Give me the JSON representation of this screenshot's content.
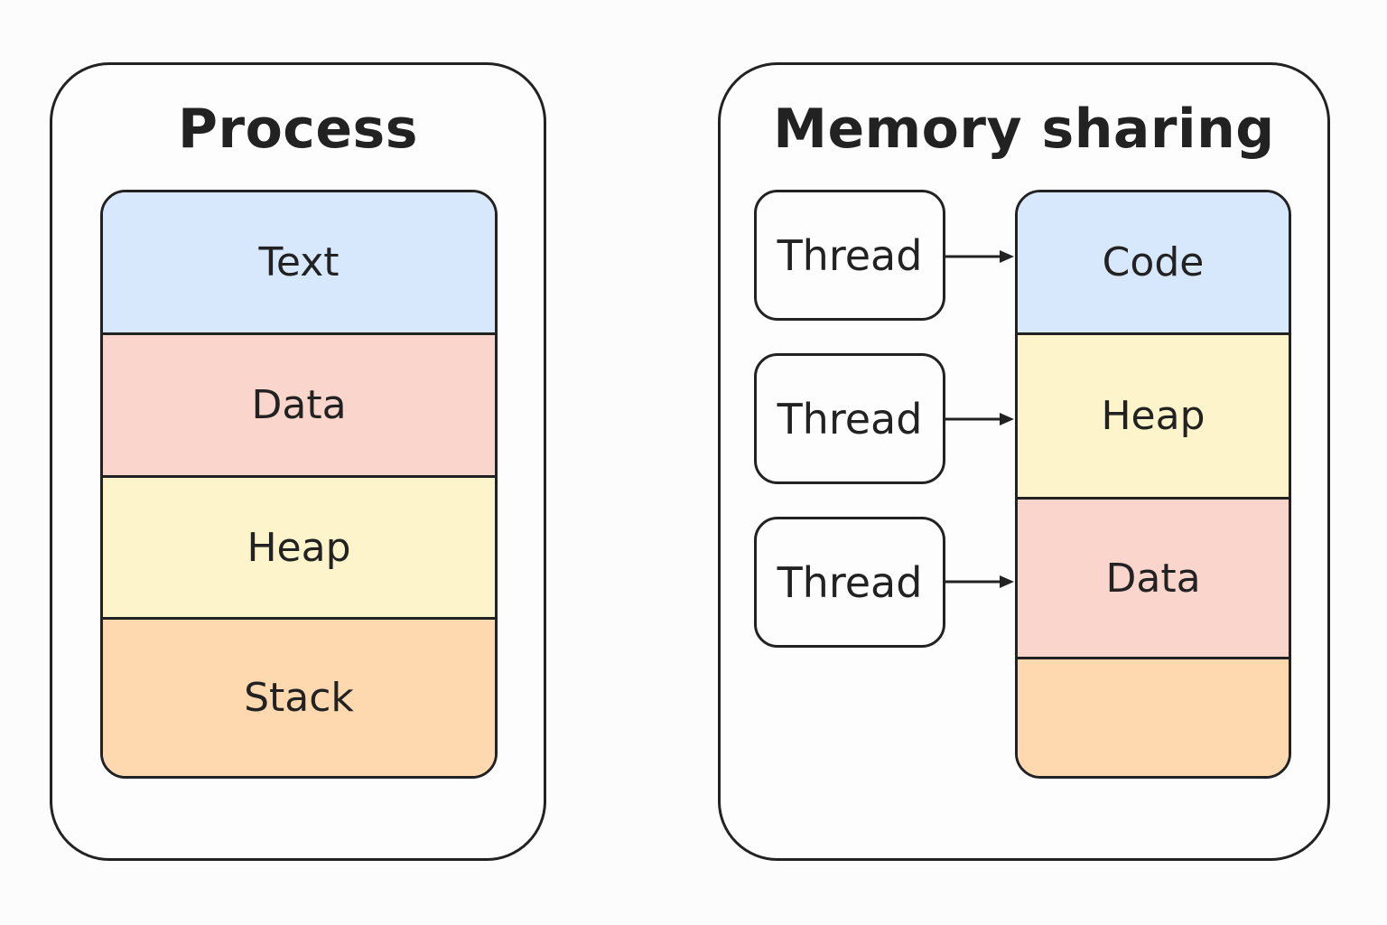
{
  "process": {
    "title": "Process",
    "segments": [
      {
        "label": "Text",
        "color": "#d7e8fc"
      },
      {
        "label": "Data",
        "color": "#f9d5cb"
      },
      {
        "label": "Heap",
        "color": "#fef4cb"
      },
      {
        "label": "Stack",
        "color": "#fed9b0"
      }
    ]
  },
  "memory_sharing": {
    "title": "Memory sharing",
    "threads": [
      {
        "label": "Thread"
      },
      {
        "label": "Thread"
      },
      {
        "label": "Thread"
      }
    ],
    "segments": [
      {
        "label": "Code",
        "color": "#d7e8fc"
      },
      {
        "label": "Heap",
        "color": "#fef4cb"
      },
      {
        "label": "Data",
        "color": "#f9d5cb"
      },
      {
        "label": "",
        "color": "#fed9b0"
      }
    ]
  }
}
